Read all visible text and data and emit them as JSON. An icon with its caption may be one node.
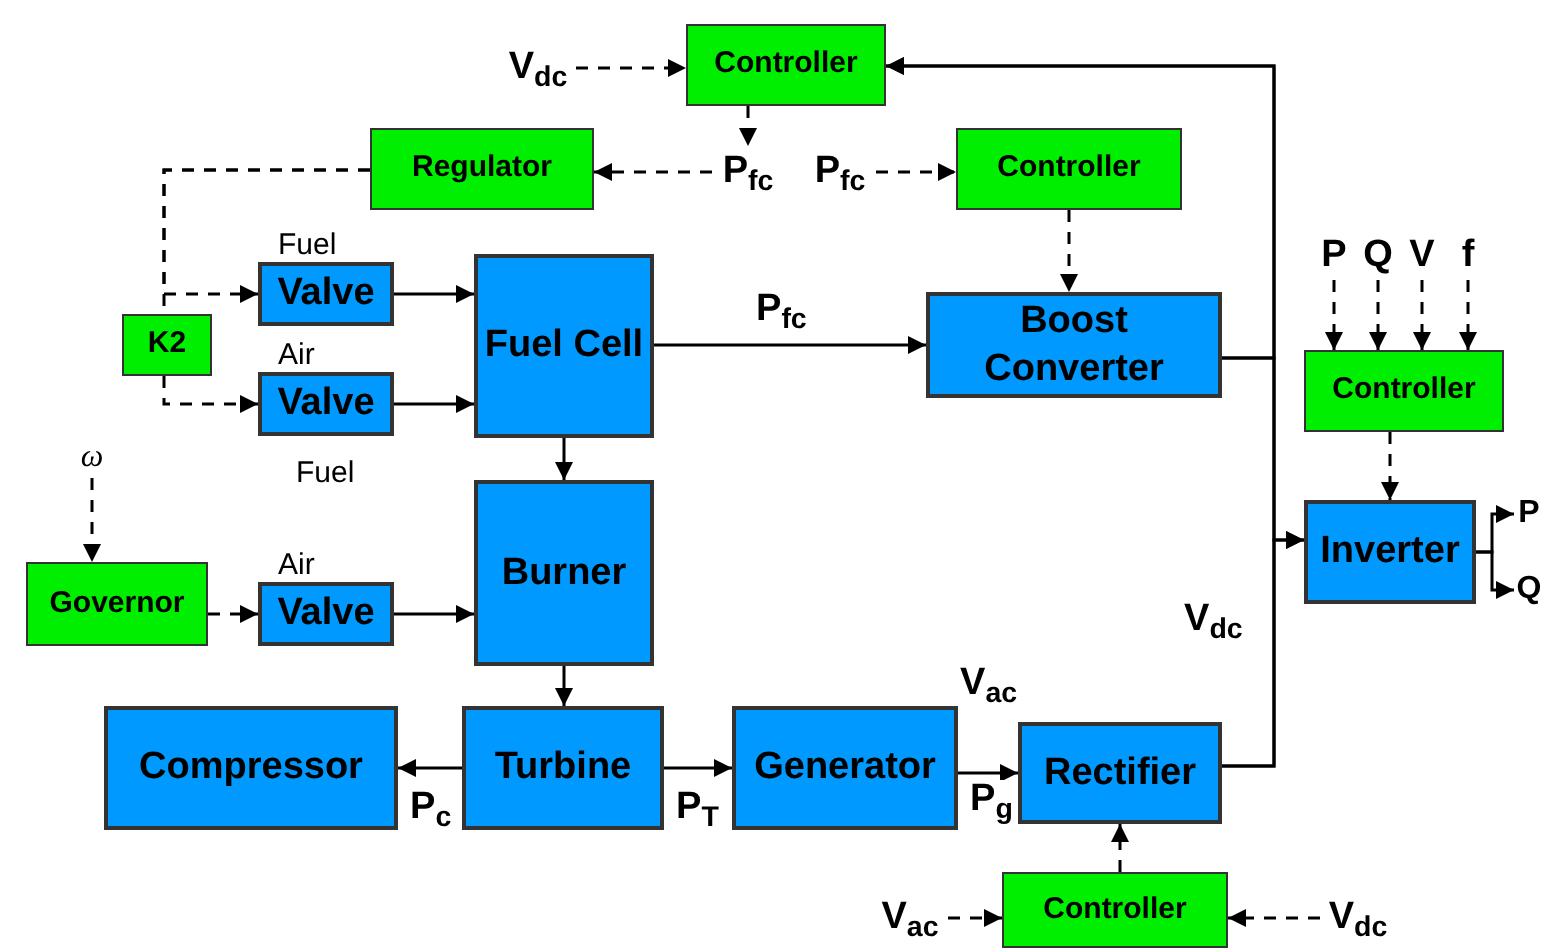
{
  "diagram": {
    "nodes": [
      {
        "text": [
          "Controller"
        ]
      },
      {
        "text": [
          "Regulator"
        ]
      },
      {
        "text": [
          "Controller"
        ]
      },
      {
        "text": [
          "K2"
        ]
      },
      {
        "text": [
          "Valve"
        ],
        "beside": [
          "Fuel"
        ]
      },
      {
        "text": [
          "Valve"
        ],
        "beside": [
          "Air"
        ]
      },
      {
        "text": [
          "Fuel Cell"
        ]
      },
      {
        "text": [
          "Boost Converter"
        ]
      },
      {
        "text": [
          "Controller"
        ]
      },
      {
        "text": [
          "Inverter"
        ]
      },
      {
        "text": [
          "Governor"
        ]
      },
      {
        "text": [
          "Valve"
        ],
        "beside": [
          "Air"
        ]
      },
      {
        "text": [
          "Burner"
        ]
      },
      {
        "text": [
          "Compressor"
        ]
      },
      {
        "text": [
          "Turbine"
        ]
      },
      {
        "text": [
          "Generator"
        ]
      },
      {
        "text": [
          "Rectifier"
        ]
      },
      {
        "text": [
          "Controller"
        ]
      },
      {
        "text": [
          "V$_{dc}$"
        ]
      },
      {
        "text": [
          "P$_{fc}$"
        ]
      },
      {
        "text": [
          "P$_{fc}$"
        ]
      },
      {
        "text": [
          "ω"
        ]
      },
      {
        "text": [
          "V$_{ac}$"
        ]
      },
      {
        "text": [
          "V$_{dc}$"
        ]
      },
      {
        "text": [
          "P"
        ]
      },
      {
        "text": [
          "Q"
        ]
      },
      {
        "text": [
          "V"
        ]
      },
      {
        "text": [
          "f"
        ]
      },
      {
        "text": [
          "P"
        ]
      },
      {
        "text": [
          "Q"
        ]
      }
    ],
    "edges": [
      {
        "from": 18,
        "to": 0,
        "arrow": "to",
        "style": "dashed"
      },
      {
        "from": 0,
        "to": 19,
        "arrow": "to",
        "style": "dashed"
      },
      {
        "from": 19,
        "to": 1,
        "arrow": "to",
        "style": "dashed"
      },
      {
        "from": 20,
        "to": 2,
        "arrow": "to",
        "style": "dashed"
      },
      {
        "from": 1,
        "to": 4,
        "arrow": "to",
        "style": "dashed"
      },
      {
        "from": 1,
        "to": 3,
        "arrow": "none",
        "style": "dashed"
      },
      {
        "from": 3,
        "to": 5,
        "arrow": "to",
        "style": "dashed"
      },
      {
        "from": 4,
        "to": 6,
        "arrow": "to"
      },
      {
        "from": 5,
        "to": 6,
        "arrow": "to"
      },
      {
        "from": 6,
        "to": 7,
        "arrow": "to",
        "label": "P$_{fc}$"
      },
      {
        "from": 2,
        "to": 7,
        "arrow": "to",
        "style": "dashed"
      },
      {
        "from": 6,
        "to": 12,
        "arrow": "to"
      },
      {
        "from": 21,
        "to": 10,
        "arrow": "to",
        "style": "dashed"
      },
      {
        "from": 10,
        "to": 11,
        "arrow": "to",
        "style": "dashed"
      },
      {
        "from": 11,
        "to": 12,
        "arrow": "to"
      },
      {
        "from": 12,
        "to": 14,
        "arrow": "to"
      },
      {
        "from": 14,
        "to": 13,
        "arrow": "to",
        "label": "P$_{c}$"
      },
      {
        "from": 14,
        "to": 15,
        "arrow": "to",
        "label": "P$_{T}$"
      },
      {
        "from": 15,
        "to": 16,
        "arrow": "to",
        "label": "P$_{g}$"
      },
      {
        "from": 17,
        "to": 16,
        "arrow": "to",
        "style": "dashed"
      },
      {
        "from": 22,
        "to": 17,
        "arrow": "to",
        "style": "dashed"
      },
      {
        "from": 23,
        "to": 17,
        "arrow": "to",
        "style": "dashed"
      },
      {
        "from": 7,
        "to": 0,
        "arrow": "to"
      },
      {
        "from": 7,
        "to": 9,
        "arrow": "to"
      },
      {
        "from": 16,
        "to": 0,
        "arrow": "to"
      },
      {
        "from": 16,
        "to": 9,
        "arrow": "to"
      },
      {
        "from": 24,
        "to": 8,
        "arrow": "to",
        "style": "dashed"
      },
      {
        "from": 25,
        "to": 8,
        "arrow": "to",
        "style": "dashed"
      },
      {
        "from": 26,
        "to": 8,
        "arrow": "to",
        "style": "dashed"
      },
      {
        "from": 27,
        "to": 8,
        "arrow": "to",
        "style": "dashed"
      },
      {
        "from": 8,
        "to": 9,
        "arrow": "to",
        "style": "dashed"
      },
      {
        "from": 9,
        "to": 28,
        "arrow": "to"
      },
      {
        "from": 9,
        "to": 29,
        "arrow": "to"
      }
    ],
    "labels": [
      "Fuel",
      "V$_{ac}$",
      "V$_{dc}$"
    ]
  }
}
